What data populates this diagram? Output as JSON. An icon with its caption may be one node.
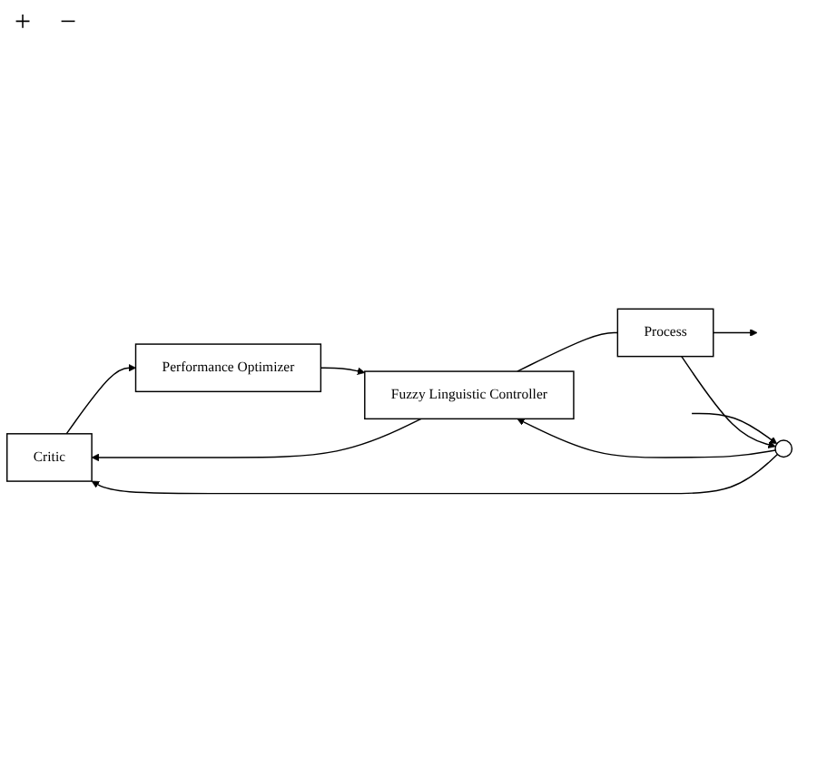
{
  "diagram": {
    "nodes": [
      {
        "text": [
          "Critic"
        ]
      },
      {
        "text": [
          "Performance Optimizer"
        ]
      },
      {
        "text": [
          "Fuzzy Linguistic Controller"
        ]
      },
      {
        "text": [
          "Process"
        ]
      },
      {
        "text": [],
        "shape": "circle"
      }
    ],
    "edges": [
      {
        "from": null,
        "to": 4,
        "arrow": "to"
      },
      {
        "from": 4,
        "to": 2,
        "arrow": "to"
      },
      {
        "from": 4,
        "to": 0,
        "arrow": "to"
      },
      {
        "from": 0,
        "to": 1,
        "arrow": "to"
      },
      {
        "from": 1,
        "to": 2,
        "arrow": "to"
      },
      {
        "from": 2,
        "to": 3,
        "arrow": "none"
      },
      {
        "from": 2,
        "to": 0,
        "arrow": "to"
      },
      {
        "from": 3,
        "to": null,
        "arrow": "to"
      },
      {
        "from": 3,
        "to": 4,
        "arrow": "to"
      }
    ],
    "labels": [
      "+",
      "−"
    ]
  }
}
